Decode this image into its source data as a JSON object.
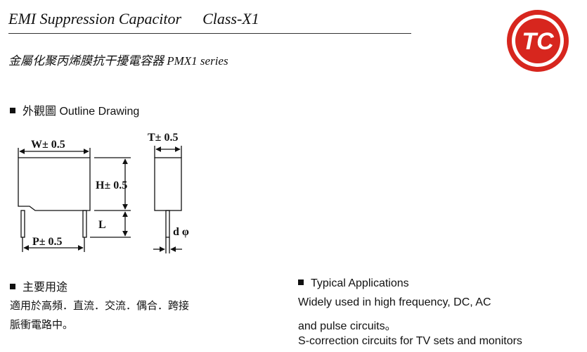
{
  "header": {
    "title": "EMI Suppression Capacitor",
    "class_label": "Class-X1",
    "subtitle": "金屬化聚丙烯膜抗干擾電容器 PMX1 series"
  },
  "logo": {
    "text": "TC",
    "color": "#d7261e"
  },
  "outline": {
    "heading": "外觀圖  Outline Drawing",
    "labels": {
      "width": "W± 0.5",
      "thickness": "T± 0.5",
      "height": "H± 0.5",
      "lead_length": "L",
      "pitch": "P± 0.5",
      "lead_diameter": "d φ"
    }
  },
  "uses": {
    "heading": "主要用途",
    "line1": "適用於高頻．直流．交流．偶合．跨接",
    "line2": "脈衝電路中。"
  },
  "applications": {
    "heading": "Typical Applications",
    "line1": "Widely used in high frequency, DC, AC",
    "line2": "and pulse circuits。",
    "line3": "S-correction circuits for TV sets and monitors"
  }
}
